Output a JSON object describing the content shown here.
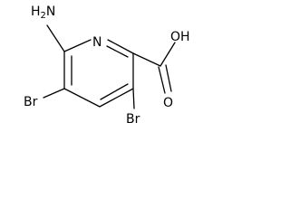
{
  "structure": {
    "atoms": {
      "amino_group": "H2N",
      "amino_H": "H",
      "amino_subscript": "2",
      "amino_N": "N",
      "ring_nitrogen": "N",
      "hydroxyl": "OH",
      "carbonyl_oxygen": "O",
      "bromine_left": "Br",
      "bromine_right": "Br"
    },
    "colors": {
      "bond": "#000000",
      "label": "#000000",
      "background": "#ffffff"
    }
  }
}
